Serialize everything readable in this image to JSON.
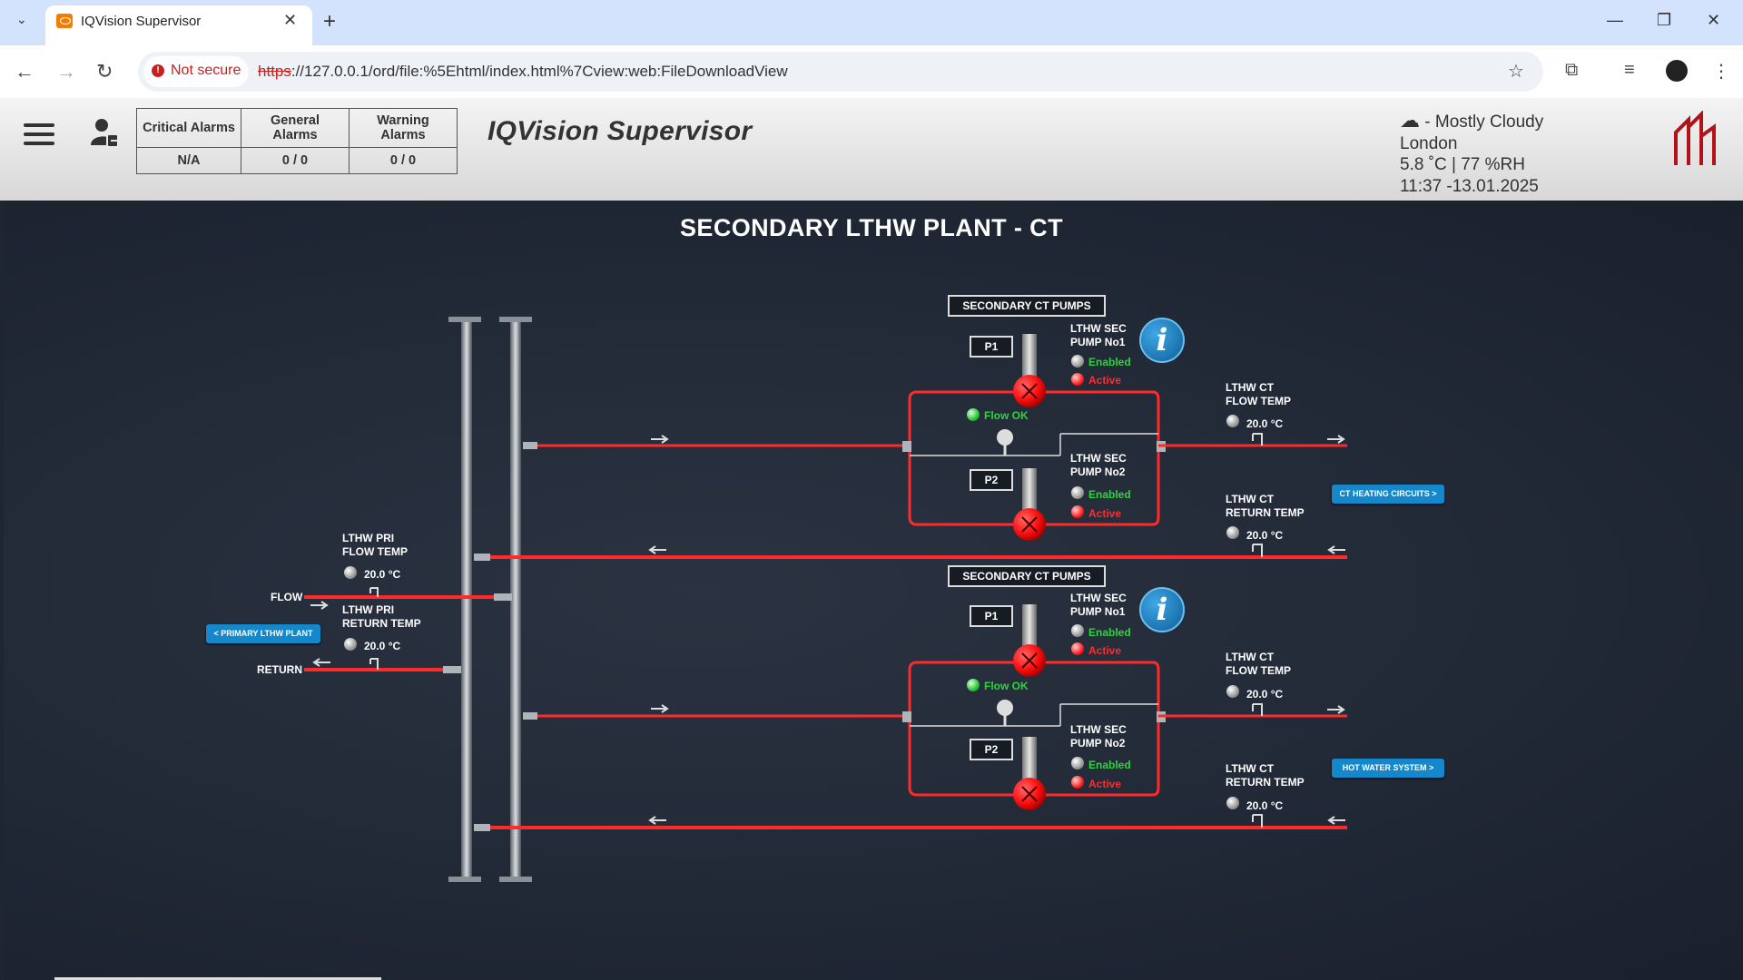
{
  "browser": {
    "tab_title": "IQVision Supervisor",
    "security_label": "Not secure",
    "url_scheme": "https",
    "url_rest": "://127.0.0.1/ord/file:%5Ehtml/index.html%7Cview:web:FileDownloadView"
  },
  "header": {
    "app_title": "IQVision Supervisor",
    "alarms": {
      "critical_label": "Critical Alarms",
      "critical_value": "N/A",
      "general_label": "General Alarms",
      "general_value": "0 / 0",
      "warning_label": "Warning Alarms",
      "warning_value": "0 / 0"
    },
    "weather": {
      "condition": "- Mostly Cloudy",
      "city": "London",
      "temp_rh": "5.8 ˚C | 77 %RH",
      "datetime": "11:37 -13.01.2025"
    }
  },
  "graphic": {
    "title": "SECONDARY LTHW PLANT - CT",
    "primary": {
      "flow_label": "FLOW",
      "return_label": "RETURN",
      "flow_temp_label_1": "LTHW PRI",
      "flow_temp_label_2": "FLOW TEMP",
      "flow_temp_value": "20.0 °C",
      "return_temp_label_1": "LTHW PRI",
      "return_temp_label_2": "RETURN TEMP",
      "return_temp_value": "20.0 °C",
      "link_button": "< PRIMARY LTHW PLANT"
    },
    "circuits": [
      {
        "header": "SECONDARY CT PUMPS",
        "flow_status": "Flow OK",
        "link_button": "CT HEATING CIRCUITS >",
        "flow_temp_label_1": "LTHW CT",
        "flow_temp_label_2": "FLOW TEMP",
        "flow_temp_value": "20.0 °C",
        "return_temp_label_1": "LTHW CT",
        "return_temp_label_2": "RETURN TEMP",
        "return_temp_value": "20.0 °C",
        "pumps": [
          {
            "tag": "P1",
            "name_1": "LTHW SEC",
            "name_2": "PUMP No1",
            "enabled": "Enabled",
            "active": "Active"
          },
          {
            "tag": "P2",
            "name_1": "LTHW SEC",
            "name_2": "PUMP No2",
            "enabled": "Enabled",
            "active": "Active"
          }
        ]
      },
      {
        "header": "SECONDARY CT PUMPS",
        "flow_status": "Flow OK",
        "link_button": "HOT WATER SYSTEM >",
        "flow_temp_label_1": "LTHW CT",
        "flow_temp_label_2": "FLOW TEMP",
        "flow_temp_value": "20.0 °C",
        "return_temp_label_1": "LTHW CT",
        "return_temp_label_2": "RETURN TEMP",
        "return_temp_value": "20.0 °C",
        "pumps": [
          {
            "tag": "P1",
            "name_1": "LTHW SEC",
            "name_2": "PUMP No1",
            "enabled": "Enabled",
            "active": "Active"
          },
          {
            "tag": "P2",
            "name_1": "LTHW SEC",
            "name_2": "PUMP No2",
            "enabled": "Enabled",
            "active": "Active"
          }
        ]
      }
    ],
    "colors": {
      "pipe_hot": "#ff2a2a",
      "pipe_cold": "#bfc5cc",
      "button_blue": "#1588cc",
      "status_green": "#2fd33d",
      "status_red": "#ff2d2d"
    }
  }
}
